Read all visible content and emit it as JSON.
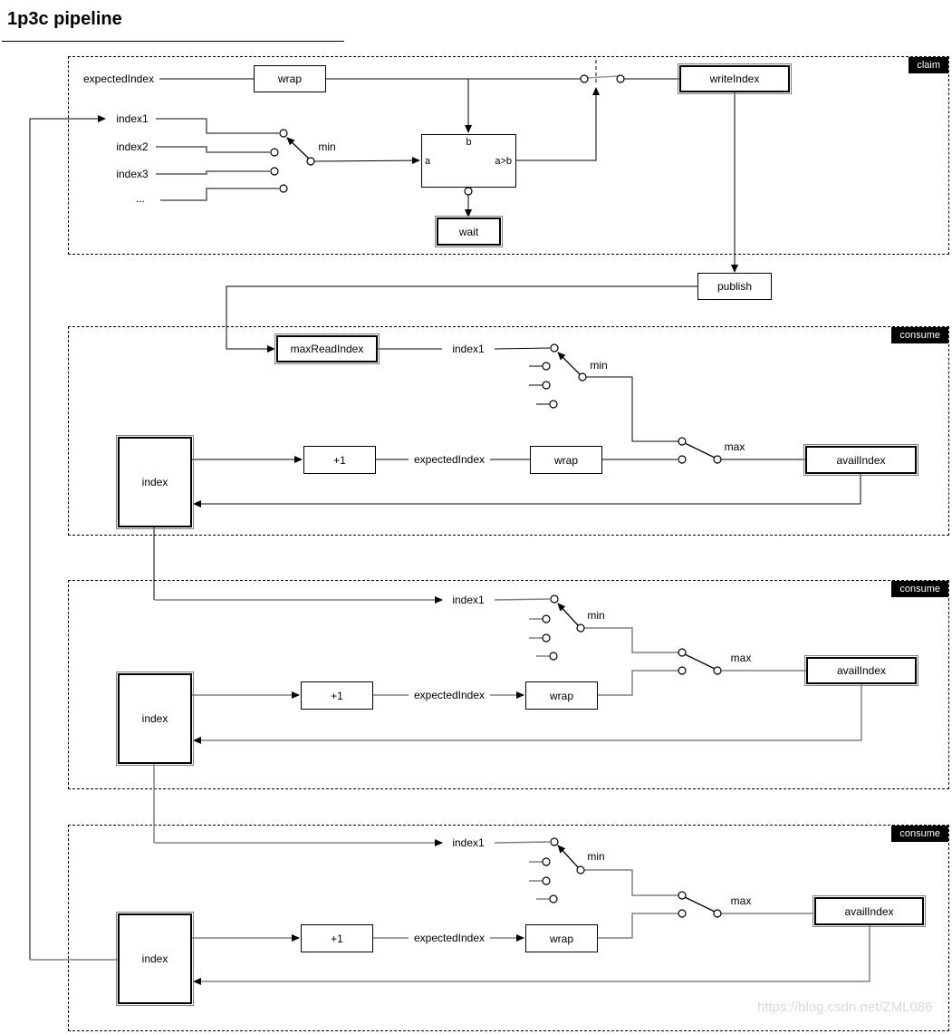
{
  "title": "1p3c pipeline",
  "watermark": "https://blog.csdn.net/ZML086",
  "colors": {
    "badge_bg": "#000000",
    "badge_text": "#ffffff",
    "wire_black": "#000000",
    "wire_gray": "#808080",
    "watermark_gray": "#d9d9d9"
  },
  "claim": {
    "badge": "claim",
    "expected_index": "expectedIndex",
    "wrap": "wrap",
    "write_index": "writeIndex",
    "index_inputs": [
      "index1",
      "index2",
      "index3",
      "..."
    ],
    "min": "min",
    "comparator_b": "b",
    "comparator_a": "a",
    "comparator_out": "a>b",
    "wait": "wait"
  },
  "publish": "publish",
  "consumers": [
    {
      "badge": "consume",
      "max_read_index": "maxReadIndex",
      "index1": "index1",
      "min": "min",
      "index": "index",
      "plus_one": "+1",
      "expected_index": "expectedIndex",
      "wrap": "wrap",
      "max": "max",
      "avail_index": "availIndex"
    },
    {
      "badge": "consume",
      "index1": "index1",
      "min": "min",
      "index": "index",
      "plus_one": "+1",
      "expected_index": "expectedIndex",
      "wrap": "wrap",
      "max": "max",
      "avail_index": "availIndex"
    },
    {
      "badge": "consume",
      "index1": "index1",
      "min": "min",
      "index": "index",
      "plus_one": "+1",
      "expected_index": "expectedIndex",
      "wrap": "wrap",
      "max": "max",
      "avail_index": "availIndex"
    }
  ]
}
